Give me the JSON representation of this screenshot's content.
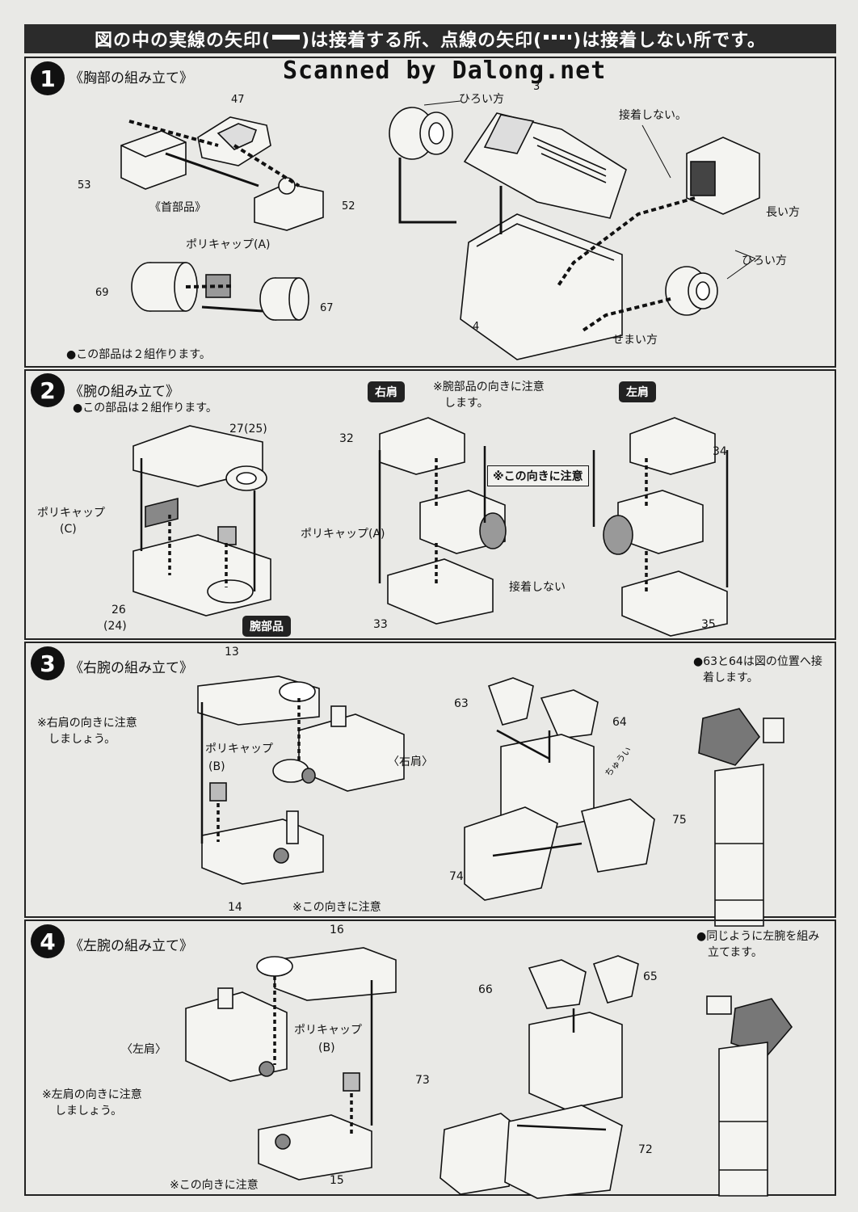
{
  "header": {
    "part1": "図の中の実線の矢印(",
    "part2": ")は接着する所、点線の矢印(",
    "part3": ")は接着しない所です。"
  },
  "watermark": "Scanned by Dalong.net",
  "steps": [
    {
      "num": "1",
      "title": "《胸部の組み立て》",
      "labels": {
        "neck_part": "《首部品》",
        "polycap_a": "ポリキャップ(A)",
        "make_two": "●この部品は２組作ります。",
        "wide1": "ひろい方",
        "no_glue": "接着しない。",
        "long_side": "長い方",
        "wide2": "ひろい方",
        "narrow": "せまい方"
      },
      "parts": [
        "47",
        "53",
        "52",
        "69",
        "67",
        "3",
        "4"
      ]
    },
    {
      "num": "2",
      "title": "《腕の組み立て》",
      "labels": {
        "make_two": "●この部品は２組作ります。",
        "right_shoulder": "右肩",
        "left_shoulder": "左肩",
        "orientation_note_1": "※腕部品の向きに注意",
        "orientation_note_2": "します。",
        "direction_callout": "※この向きに注意",
        "polycap_c": "ポリキャップ",
        "polycap_c2": "(C)",
        "polycap_a": "ポリキャップ(A)",
        "no_glue": "接着しない",
        "arm_part": "腕部品",
        "p24": "(24)",
        "p25": "(25)"
      },
      "parts": [
        "27",
        "26",
        "32",
        "33",
        "34",
        "35"
      ]
    },
    {
      "num": "3",
      "title": "《右腕の組み立て》",
      "labels": {
        "note1": "※右肩の向きに注意",
        "note2": "しましょう。",
        "polycap_b": "ポリキャップ",
        "polycap_b2": "(B)",
        "right_shoulder": "〈右肩〉",
        "direction": "※この向きに注意",
        "glue_note_1": "●63と64は図の位置へ接",
        "glue_note_2": "着します。",
        "caution": "ちゅうい"
      },
      "parts": [
        "13",
        "14",
        "63",
        "64",
        "74",
        "75"
      ]
    },
    {
      "num": "4",
      "title": "《左腕の組み立て》",
      "labels": {
        "left_shoulder": "〈左肩〉",
        "note1": "※左肩の向きに注意",
        "note2": "しましょう。",
        "polycap_b": "ポリキャップ",
        "polycap_b2": "(B)",
        "direction": "※この向きに注意",
        "same_note_1": "●同じように左腕を組み",
        "same_note_2": "立てます。"
      },
      "parts": [
        "16",
        "15",
        "66",
        "65",
        "73",
        "72"
      ]
    }
  ]
}
